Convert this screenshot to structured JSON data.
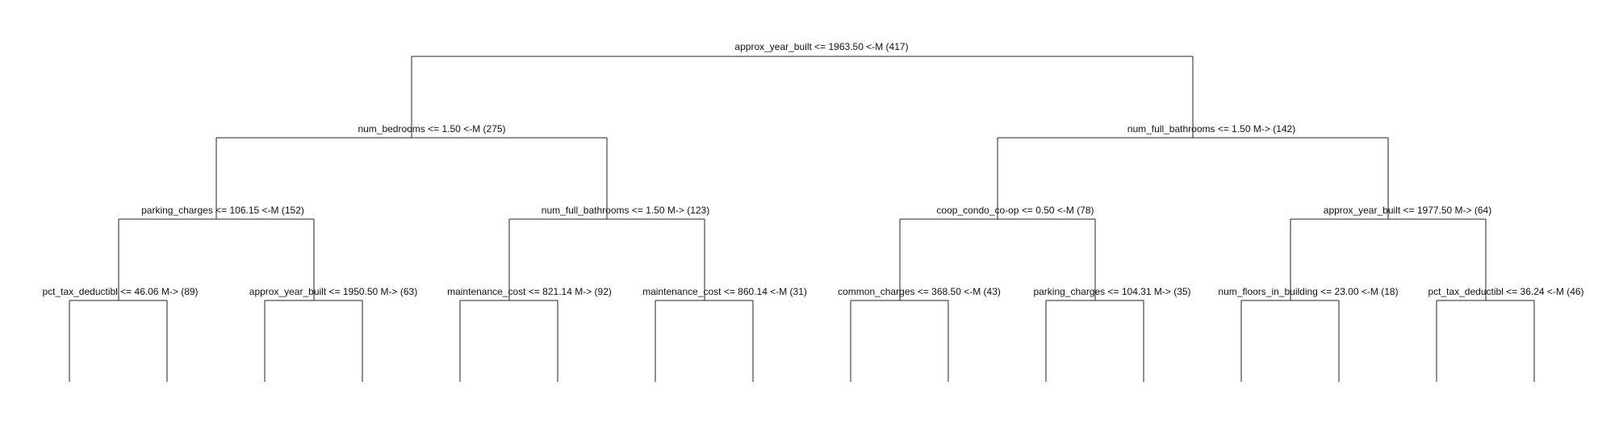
{
  "tree": {
    "root": {
      "label": "approx_year_built <= 1963.50 <-M (417)",
      "children": [
        {
          "label": "num_bedrooms <= 1.50 <-M (275)",
          "children": [
            {
              "label": "parking_charges <= 106.15 <-M (152)",
              "children": [
                {
                  "label": "pct_tax_deductibl <= 46.06 M-> (89)"
                },
                {
                  "label": "approx_year_built <= 1950.50 M-> (63)"
                }
              ]
            },
            {
              "label": "num_full_bathrooms <= 1.50 M-> (123)",
              "children": [
                {
                  "label": "maintenance_cost <= 821.14 M-> (92)"
                },
                {
                  "label": "maintenance_cost <= 860.14 <-M (31)"
                }
              ]
            }
          ]
        },
        {
          "label": "num_full_bathrooms <= 1.50 M-> (142)",
          "children": [
            {
              "label": "coop_condo_co-op <= 0.50 <-M (78)",
              "children": [
                {
                  "label": "common_charges <= 368.50 <-M (43)"
                },
                {
                  "label": "parking_charges <= 104.31 M-> (35)"
                }
              ]
            },
            {
              "label": "approx_year_built <= 1977.50 M-> (64)",
              "children": [
                {
                  "label": "num_floors_in_building <= 23.00 <-M (18)"
                },
                {
                  "label": "pct_tax_deductibl <= 36.24 <-M (46)"
                }
              ]
            }
          ]
        }
      ]
    }
  },
  "colors": {
    "line": "#222222",
    "text": "#111111",
    "background": "#ffffff"
  }
}
